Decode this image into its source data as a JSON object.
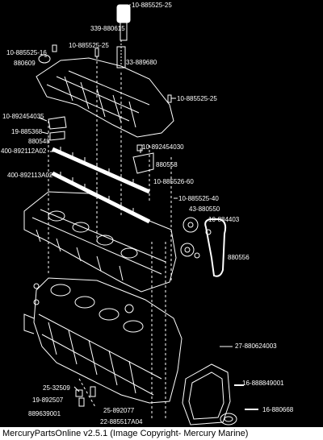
{
  "diagram": {
    "labels": [
      {
        "id": "l1",
        "text": "10-885525-25"
      },
      {
        "id": "l2",
        "text": "339-880615"
      },
      {
        "id": "l3",
        "text": "10-885525-25"
      },
      {
        "id": "l4",
        "text": "10-885525-16"
      },
      {
        "id": "l5",
        "text": "880609"
      },
      {
        "id": "l6",
        "text": "33-889680"
      },
      {
        "id": "l7",
        "text": "10-885525-25"
      },
      {
        "id": "l8",
        "text": "10-892454035"
      },
      {
        "id": "l9",
        "text": "19-885368"
      },
      {
        "id": "l10",
        "text": "880548"
      },
      {
        "id": "l11",
        "text": "400-892112A02"
      },
      {
        "id": "l12",
        "text": "10-892454030"
      },
      {
        "id": "l13",
        "text": "880558"
      },
      {
        "id": "l14",
        "text": "400-892113A02"
      },
      {
        "id": "l15",
        "text": "10-885526-60"
      },
      {
        "id": "l16",
        "text": "10-885525-40"
      },
      {
        "id": "l17",
        "text": "43-880550"
      },
      {
        "id": "l18",
        "text": "10-884403"
      },
      {
        "id": "l19",
        "text": "880556"
      },
      {
        "id": "l20",
        "text": "27-880624003"
      },
      {
        "id": "l21",
        "text": "16-888849001"
      },
      {
        "id": "l22",
        "text": "25-32509"
      },
      {
        "id": "l23",
        "text": "19-892507"
      },
      {
        "id": "l24",
        "text": "889639001"
      },
      {
        "id": "l25",
        "text": "25-892077"
      },
      {
        "id": "l26",
        "text": "22-885517A04"
      },
      {
        "id": "l27",
        "text": "16-880668"
      }
    ]
  },
  "footer": {
    "text": "MercuryPartsOnline v2.5.1 (Image Copyright- Mercury Marine)"
  }
}
